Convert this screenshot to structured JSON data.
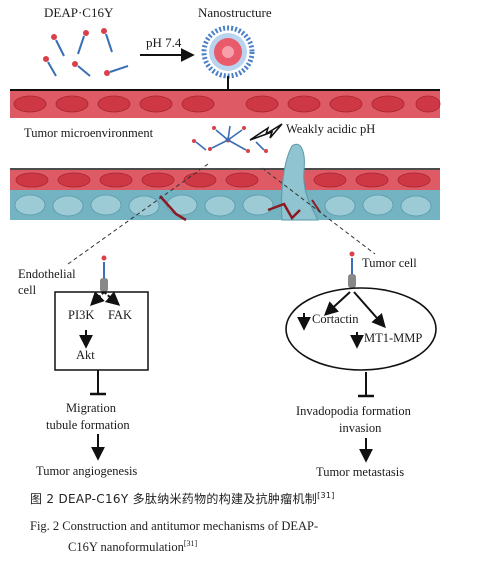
{
  "diagram": {
    "monomer_label": "DEAP·C16Y",
    "ph_label": "pH 7.4",
    "nanostructure_label": "Nanostructure",
    "microenvironment_label": "Tumor microenvironment",
    "acidic_label": "Weakly acidic pH",
    "endothelial_label_line1": "Endothelial",
    "endothelial_label_line2": "cell",
    "tumor_cell_label": "Tumor cell",
    "pi3k_label": "PI3K",
    "fak_label": "FAK",
    "akt_label": "Akt",
    "cortactin_label": "Cortactin",
    "mt1mmp_label": "MT1-MMP",
    "migration_label": "Migration",
    "tubule_label": "tubule formation",
    "angiogenesis_label": "Tumor angiogenesis",
    "invadopodia_label": "Invadopodia formation",
    "invasion_label": "invasion",
    "metastasis_label": "Tumor metastasis"
  },
  "caption": {
    "zh_text": "图 2   DEAP-C16Y 多肽纳米药物的构建及抗肿瘤机制",
    "zh_ref": "[31]",
    "en_line1": "Fig. 2   Construction and antitumor mechanisms of DEAP-",
    "en_line2": "C16Y nanoformulation",
    "en_ref": "[31]"
  },
  "colors": {
    "vessel_wall": "#de5a64",
    "vessel_cell": "#cd3844",
    "tissue": "#74b3c1",
    "tissue_cell": "#9ccbd6",
    "peptide_head": "#d8404a",
    "peptide_tail": "#3a6fb5",
    "nano_core": "#e95a6a",
    "nano_shell": "#4a80c8"
  }
}
